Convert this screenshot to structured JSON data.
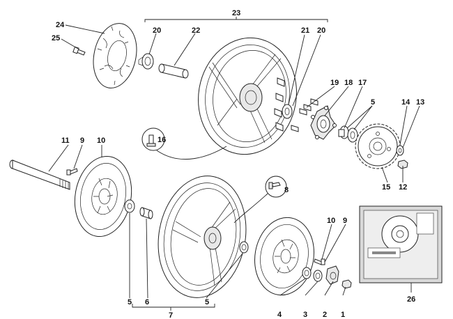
{
  "diagram": {
    "labels": {
      "l1": "1",
      "l2": "2",
      "l3": "3",
      "l4": "4",
      "l5a": "5",
      "l5b": "5",
      "l5c": "5",
      "l6": "6",
      "l7": "7",
      "l8": "8",
      "l9a": "9",
      "l9b": "9",
      "l10a": "10",
      "l10b": "10",
      "l11": "11",
      "l12": "12",
      "l13": "13",
      "l14": "14",
      "l15": "15",
      "l16": "16",
      "l17": "17",
      "l18": "18",
      "l19": "19",
      "l20a": "20",
      "l20b": "20",
      "l21": "21",
      "l22": "22",
      "l23": "23",
      "l24": "24",
      "l25": "25",
      "l26": "26"
    },
    "colors": {
      "line": "#222222",
      "fill": "#ffffff",
      "shade": "#e8e8e8",
      "panel": "#d9d9d9"
    }
  }
}
